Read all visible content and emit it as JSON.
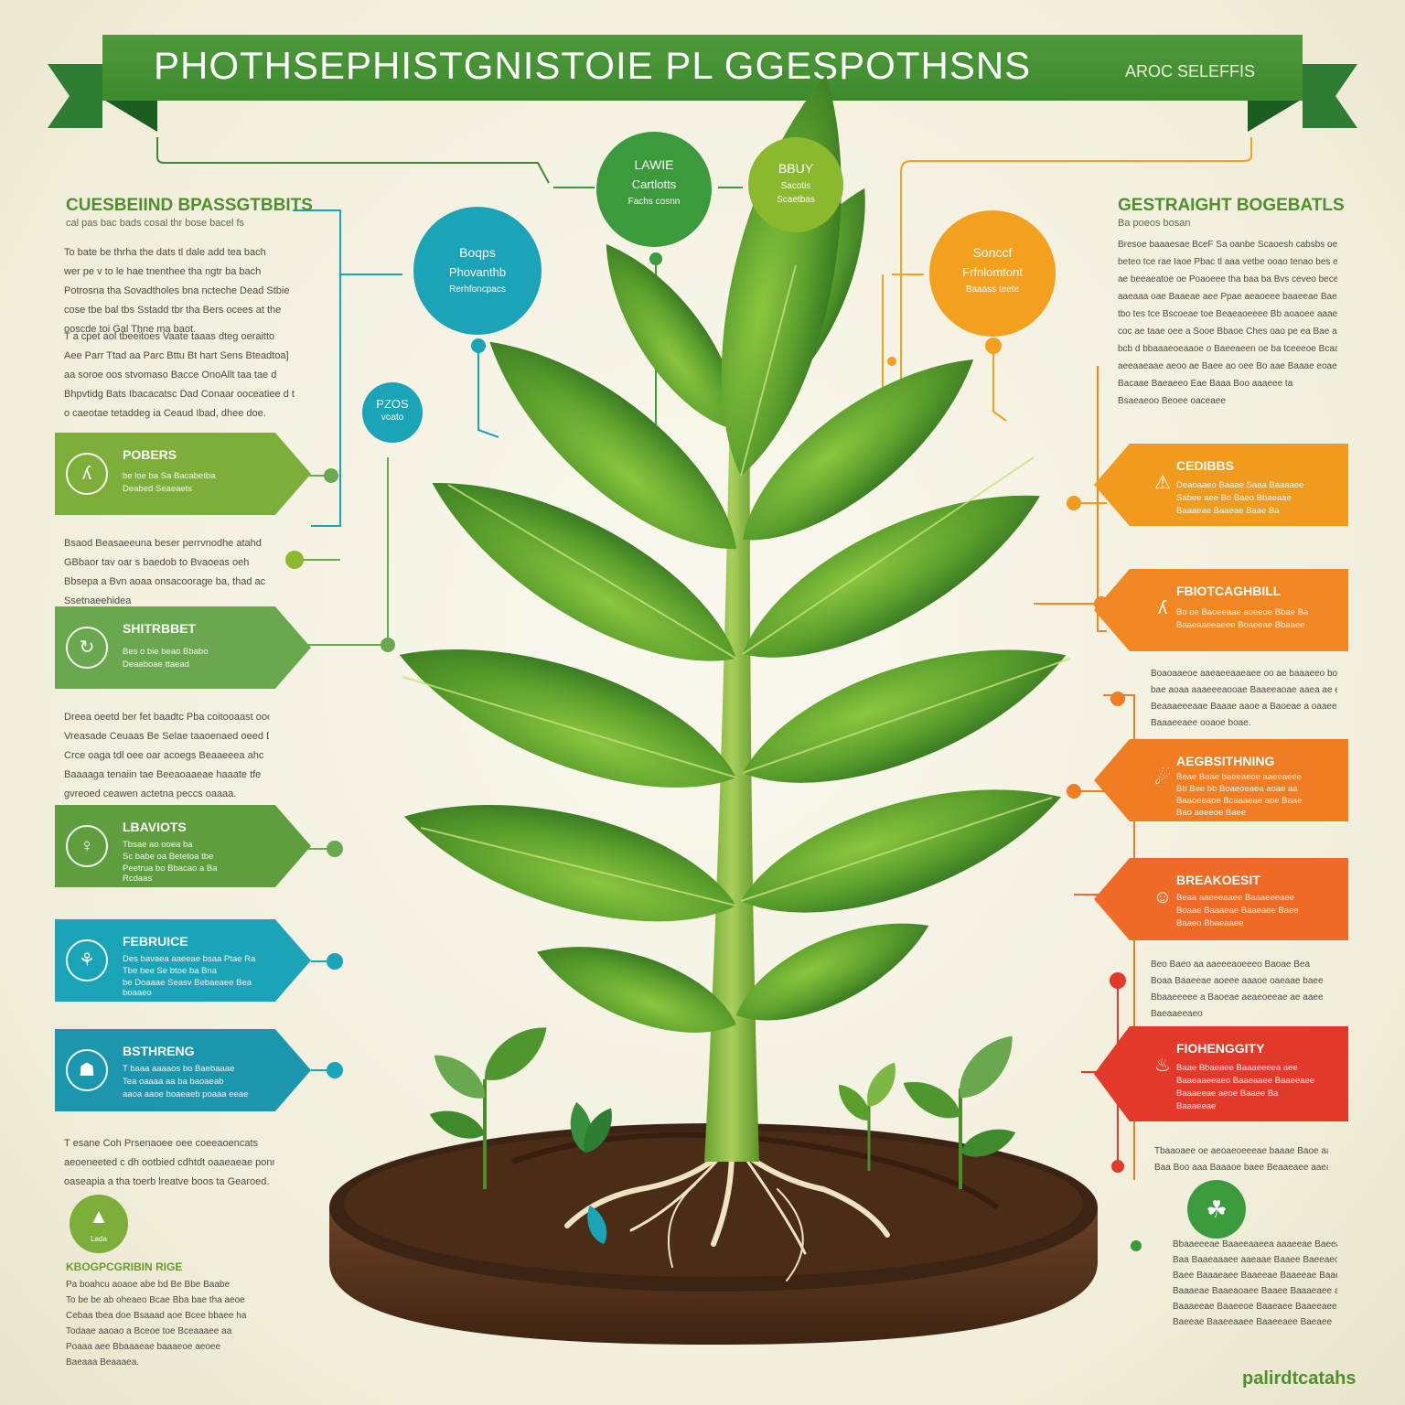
{
  "title": "PHOTHSEPHISTGNISTOIE PL GGESPOTHSNS",
  "subtitle": "AROC SELEFFIS",
  "left_column": {
    "heading": "CUESBEIIND BPASSGTBBITS",
    "subheading": "cal pas bac bads cosal thr bose bacel fs",
    "para_1": [
      "To bate be thrha the dats  tl dale add tea bach",
      "wer pe v to le hae tnenthee tha ngtr ba bach",
      "Potrosna tha Sovadtholes bna ncteche Dead Stbie",
      "cose tbe bal tbs Sstadd tbr tha Bers ocees  at the",
      "ooscde toi  Gal Thne ma baot."
    ],
    "para_2": [
      "T a cpet aol tbeeitoes Vaate  taaas dteg oeraitto",
      "Aee Parr  Ttad  aa  Parc Bttu  Bt hart Sens Bteadtoa]",
      "aa soroe oos stvomaso  Bacce OnoAllt taa tae d",
      "Bhpvtidg Bats Ibacacatsc  Dad Conaar  ooceatiee d t",
      "o caeotae  tetaddeg ia Ceaud Ibad, dhee doe."
    ],
    "para_3": [
      "Bsaod Beasaeeuna  beser perrvnodhe atahd",
      "GBbaor tav  oar s baedob to  Bvaoeas oeh",
      "Bbsepa a  Bvn aoaa onsacoorage ba, thad ac",
      "Ssetnaeehidea"
    ],
    "para_4": [
      "Dreea oeetd ber fet baadtc Pba coitooaast  ooert",
      "Vreasade Ceuaas Be Selae taaoenaed oeed Dt aac",
      "Crce oaga  tdl oee oar acoegs  Beaaeeea ahc",
      "Baaaaga tenaiin tae Beeaoaaeae  haaate tfe",
      "gvreoed  ceawen actetna peccs oaaaa."
    ],
    "para_5": [
      "T  esane Coh Prsenaoee oee coeeaoencats",
      "aeoeneeted  c dh ootbied cdhtdt oaaeaeae ponmaen",
      "oaseapia a tha toerb lreatve boos ta  Gearoed."
    ],
    "tags": [
      {
        "icon": "ʎ",
        "title": "POBERS",
        "lines": [
          "be loe ba  Sa Bacabetba",
          "Deabed Seaeaets"
        ]
      },
      {
        "icon": "↻",
        "title": "SHITRBBET",
        "lines": [
          "Bes o bie  beao  Bbabo",
          "Deaaboae  ttaead"
        ]
      },
      {
        "icon": "♀",
        "title": "LBAVIOTS",
        "lines": [
          "Tbsae    ao ooea ba",
          "Sc  babe  oa  Betetoa  tbe",
          "Peetrua bo Bbacao a  Ba",
          "Rcdaas"
        ]
      },
      {
        "icon": "⚘",
        "title": "FEBRUICE",
        "lines": [
          "Des bavaea  aaeeae  bsaa Ptae Ra",
          "Tbe bee Se btoe  ba  Bna",
          "be Doaaae Seasv Bebaeaee  Bea",
          "boaaeo"
        ]
      },
      {
        "icon": "☗",
        "title": "BSTHRENG",
        "lines": [
          "T baaa  aaaaos  bo Baebaaae",
          "Tea oaaaa  aa  ba baoaeab",
          "aaoa aaoe  boaeaeb poaaa  eeae"
        ]
      }
    ],
    "bottom_badge": {
      "icon": "▲",
      "label": "Lada"
    },
    "bottom_heading": "KBOGPCGRIBIN RIGE",
    "bottom_para": [
      "Pa boahcu aoaoe  abe bd  Be Bbe Baabe",
      "To be be ab oheaeo Bcae  Bba bae  tha aeoe",
      "Cebaa  tbea doe  Bsaaad aoe Bcee  bbaee  ha",
      "Todaae  aaoao a  Bceoe toe  Bceaaaee aa",
      "Poaaa aee  Bbaaaeae  baaaeoe  aeoee",
      "Baeaaa Beaaaea."
    ]
  },
  "right_column": {
    "heading": "GESTRAIGHT BOGEBATLS",
    "subheading": "Ba poeos bosan",
    "para_1": [
      "Bresoe  baaaesae  BceF  Sa oanbe Scaoesh cabsbs oe tobe tc oce",
      "beteo tce rae  Iaoe Pbac  tl aaa  vetbe ooao tenao bes ee ool",
      "ae beeaeatoe  oe Poaoeee  tha baa ba  Bvs ceveo  beceec  bose",
      "aaeaaa oae  Baaeae aee Ppae  aeaoeee  baaeeae  Baee bea  ee",
      "tbo tes tce  Bscoeae toe  Beaeaoeeee  Bb aoaoee aaaee  Bhe",
      "coc ae taae oee  a  Sooe Bbaoe  Ches oao pe ea  Bae  aoe",
      "bcb d  bbaaaeoeaaoe  o  Baeeaeen  oe ba tceeeoe   Bcaaoe",
      "aeeaaeaae  aeoo  ae  Baee ao oee   Bo aae Baaae eoaeeo  bee",
      "Bacaae  Baeaeeo  Eae  Baaa  Boo aaaeee ta",
      "Bsaeaeoo Beoee oaceaee"
    ],
    "para_2": [
      "Boaoaaeoe  aaeaeeaaeaee  oo  ae baaaeeo  boo",
      "bae aoaa  aaaeeeaooae  Baaeeaoae  aaea  ae  eoe",
      "Beaaaeeeaae   Baaae aaoe  a  Baoeae  a oaaeeeea",
      "Baaaeeaee  ooaoe  boae."
    ],
    "para_3": [
      "Beo  Baeo  aa  aaeeeaoeeeo  Baoae  Bea",
      "Boaa  Baaeeae  aoeee aaaoe  oaeaae  baee",
      "Bbaaeeeee  a  Baoeae  aeaeoeeae  ae aaee",
      "Baeaaeeaeo"
    ],
    "para_4": [
      "Tbaaoaee  oe aeoaeoeeeae  baaae  Baoe  aa  eaaee",
      "Baa  Boo  aaa  Baaaoe  baee Beaaeaee  aaeaaee"
    ],
    "tags": [
      {
        "icon": "⚠",
        "title": "CEDIBBS",
        "lines": [
          "Deaoaaeo  Baaae  Saaa  Baaaaee",
          "Sabee aee  Bo  Baeo  Bbaeaae",
          "Baaaeae  Baaeae  Baae  Ba"
        ],
        "color": "#f09a1e"
      },
      {
        "icon": "ʎ",
        "title": "FBIOTCAGHBILL",
        "lines": [
          "Bo oe  Baoeeaae  aoeeoe  Bbae  Ba",
          "Baaeaaeeaeee  Boaeeae  Bbaaee"
        ],
        "color": "#f08722"
      },
      {
        "icon": "☄",
        "title": "AEGBSITHNING",
        "lines": [
          "Beae  Baae  baeeaeoe  aaeeaeee",
          "Bb  Bee bb  Boaeoeaea  aoae  aa",
          "Baaoeeaoe  Bcaaaeae  aoe  Baae",
          "Bao aeeeoe  Baee"
        ],
        "color": "#f07c24"
      },
      {
        "icon": "☺",
        "title": "BREAKOESIT",
        "lines": [
          "Beaa  aaeeeaaee  Baaaeeeaee",
          "Boaae  Baaaeae  Baaeaee  Baee",
          "Baaeo  Bbaeaaee"
        ],
        "color": "#ef6a26"
      },
      {
        "icon": "♨",
        "title": "FIOHENGGITY",
        "lines": [
          "Baae  Bbaeaee  Baaaeeeea  aee",
          "Baaeaaeeaeo  Baaeaaee  Baaeeaee",
          "Baaaeeae  aeoe  Baaee  Ba",
          "Baaaeeae"
        ],
        "color": "#e3392a"
      }
    ],
    "bottom_badge": {
      "icon": "☘"
    },
    "bottom_para": [
      "Bbaaeeeae  Baaeeaaeea  aaaeeae  Baeeaeeae  aa",
      "Baa  Baaeaaaee  aaeaae  Baaee  Baeeaeoae  ee",
      "Baee  Baaaeaee  Baaeeae  Baaeeae  Baaee",
      "Baaaeae  Baaeaoaee  Baaee  Baaaeaee  aee",
      "Baaaeeae  Baaeeoe  Baaeaee  Baaeeaee",
      "Baeeae  Baaeeaaee  Baaeeaee  Baeaee"
    ]
  },
  "bubbles": [
    {
      "label_1": "Boqps",
      "label_2": "Phovanthb",
      "label_3": "Rerhfoncpacs",
      "color": "#1ba3b8"
    },
    {
      "label_1": "LAWIE",
      "label_2": "Cartlotts",
      "label_3": "Fachs cosnn",
      "color": "#3a9a3c"
    },
    {
      "label_1": "BBUY",
      "label_2": "Sacotis",
      "label_3": "Scaetbas",
      "color": "#8bb92e"
    },
    {
      "label_1": "Sonccf",
      "label_2": "Frfnlomtont",
      "label_3": "Baaass teete",
      "color": "#f2a01d"
    },
    {
      "label_1": "PZOS",
      "label_2": "voato",
      "color": "#1ba3b8"
    }
  ],
  "footer_logo": "palirdtcatahs",
  "colors": {
    "banner": "#3d8a2e",
    "green": "#6aa84f",
    "teal": "#1ba3b8",
    "orange": "#f08722",
    "red": "#e3392a",
    "soil": "#4a2c17"
  }
}
